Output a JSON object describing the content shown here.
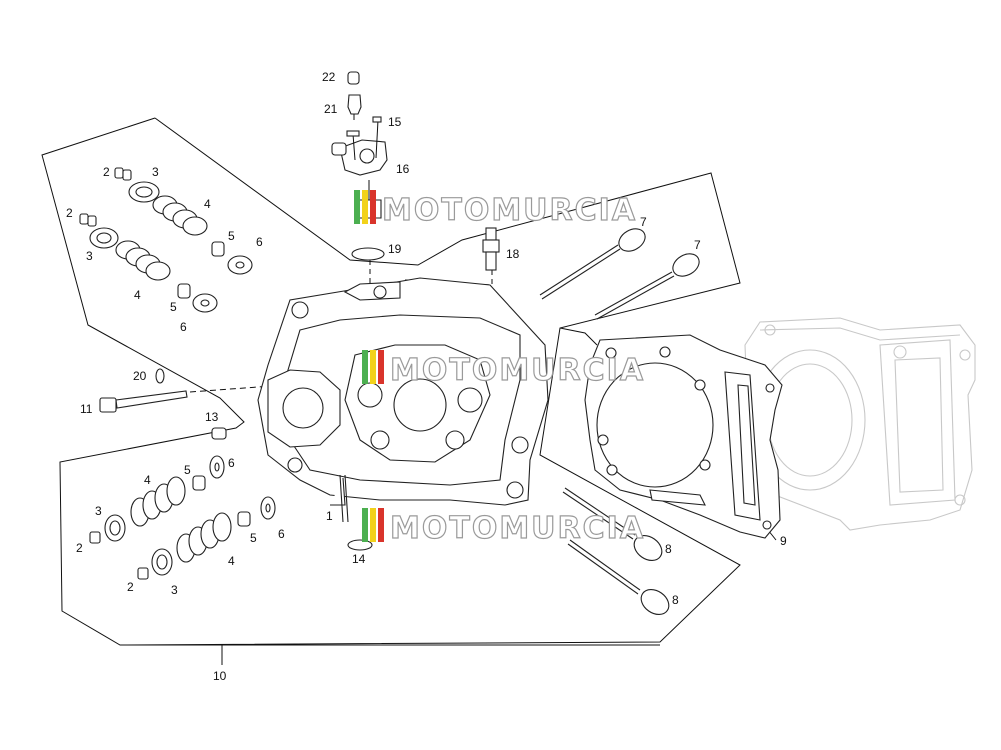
{
  "diagram": {
    "labels": [
      "1",
      "2",
      "3",
      "4",
      "5",
      "6",
      "7",
      "8",
      "9",
      "10",
      "11",
      "13",
      "14",
      "15",
      "16",
      "18",
      "19",
      "20",
      "21",
      "22"
    ],
    "watermark": "MOTOMURCIA"
  },
  "colors": {
    "line": "#111111",
    "ghost": "#c8c8c8",
    "watermark_stroke": "#9a9a9a",
    "flag_green": "#4caf50",
    "flag_yellow": "#f2d21b",
    "flag_red": "#d9342b"
  }
}
